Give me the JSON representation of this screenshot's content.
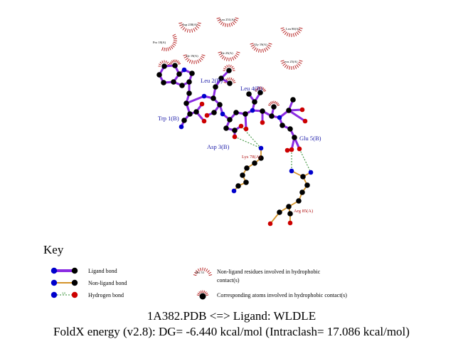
{
  "residues": {
    "ligand": [
      {
        "id": "trp1",
        "label": "Trp 1(B)"
      },
      {
        "id": "leu2",
        "label": "Leu 2(B)"
      },
      {
        "id": "asp3",
        "label": "Asp 3(B)"
      },
      {
        "id": "leu4",
        "label": "Leu 4(B)"
      },
      {
        "id": "glu5",
        "label": "Glu 5(B)"
      }
    ],
    "nonligand": [
      {
        "id": "lys78",
        "label": "Lys 78(A)"
      },
      {
        "id": "arg85",
        "label": "Arg 85(A)"
      }
    ],
    "hydrophobic": [
      {
        "id": "asp238",
        "label": "Asp 238(A)"
      },
      {
        "id": "leu251",
        "label": "Leu 251(A)"
      },
      {
        "id": "leu80",
        "label": "Leu 80(A)"
      },
      {
        "id": "pro18",
        "label": "Pro 18(A)"
      },
      {
        "id": "ile19",
        "label": "Ile 19(A)"
      },
      {
        "id": "ile25",
        "label": "Ile 25(A)"
      },
      {
        "id": "gly19",
        "label": "Gly 19(A)"
      },
      {
        "id": "ecu25",
        "label": "ecu 25(A)"
      }
    ]
  },
  "key": {
    "title": "Key",
    "ligand_bond": "Ligand bond",
    "nonligand_bond": "Non-ligand bond",
    "hydrogen_bond": "Hydrogen bond",
    "hbond_distance": "3.0",
    "hydrophobic_residue_example": "His 53",
    "hydrophobic_residues_line1": "Non-ligand residues involved in hydrophobic",
    "hydrophobic_residues_line2": "contact(s)",
    "hydrophobic_atoms": "Corresponding atoms involved in hydrophobic contact(s)"
  },
  "title": {
    "line1": "1A382.PDB <=> Ligand: WLDLE",
    "line2": "FoldX energy (v2.8): DG= -6.440 kcal/mol (Intraclash= 17.086 kcal/mol)"
  },
  "colors": {
    "ligand_bond": "#8a2be2",
    "nonligand_bond": "#d4932a",
    "hbond": "#2e8b2e",
    "carbon": "#000000",
    "nitrogen": "#0000cc",
    "oxygen": "#cc0000",
    "ligand_label": "#1a1aa8",
    "nonligand_label": "#b01010",
    "hydrophobic_arc": "#b01010"
  }
}
